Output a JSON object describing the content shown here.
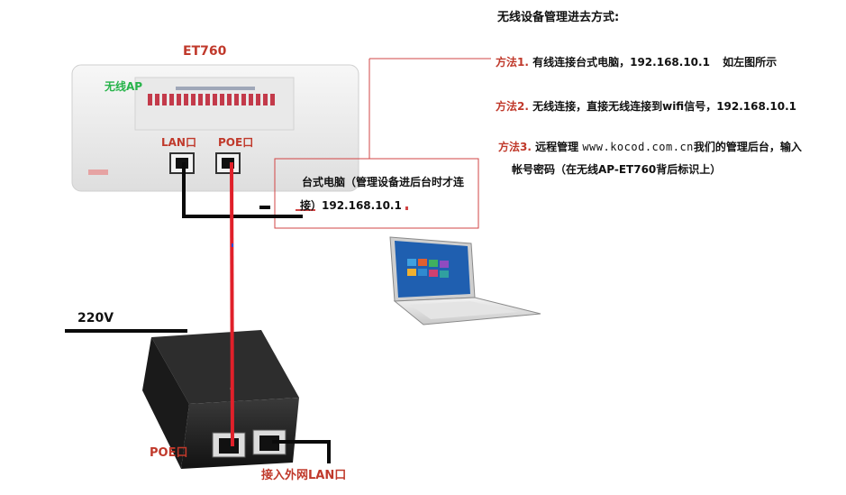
{
  "instructions": {
    "title": "无线设备管理进去方式:",
    "method1": {
      "label": "方法1.",
      "text": "有线连接台式电脑，192.168.10.1",
      "note": "如左图所示"
    },
    "method2": {
      "label": "方法2.",
      "text": "无线连接，直接无线连接到wifi信号，192.168.10.1"
    },
    "method3": {
      "label": "方法3.",
      "text_before": "远程管理",
      "url": "www.kocod.com.cn",
      "text_after": "我们的管理后台，输入",
      "text_line2": "帐号密码（在无线AP-ET760背后标识上）"
    }
  },
  "ap": {
    "model": "ET760",
    "label": "无线AP",
    "lan_port": "LAN口",
    "poe_port": "POE口"
  },
  "desktop_note": {
    "line1": "台式电脑（管理设备进后台时才连",
    "line2": "接）192.168.10.1"
  },
  "power": {
    "voltage": "220V"
  },
  "injector": {
    "poe_label": "POE口",
    "wan_label": "接入外网LAN口"
  },
  "colors": {
    "accent_red": "#c0392b",
    "green": "#27b34a",
    "cable_red": "#e0202a",
    "cable_black": "#0a0a0a"
  }
}
